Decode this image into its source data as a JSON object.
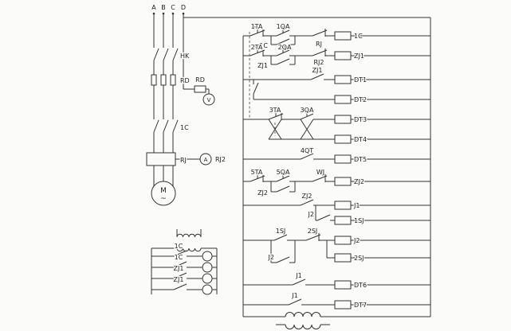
{
  "power": {
    "phases": [
      "A",
      "B",
      "C",
      "D"
    ],
    "switch": "HK",
    "fuse": "RD",
    "branch_fuse": "RD",
    "voltmeter": "V",
    "ammeter": "A",
    "contactor": "1C",
    "thermal_relay": "RJ",
    "ammeter_relay": "RJ2",
    "motor": "M",
    "motor_wave": "~"
  },
  "ladder": {
    "rung1": {
      "ta": "1TA",
      "qa": "1QA",
      "rj": "RJ",
      "hold": "1C",
      "coil": "1C"
    },
    "rung2": {
      "ta": "2TA",
      "qa": "2QA",
      "rj2": "RJ2",
      "hold": "ZJ1",
      "coil": "ZJ1"
    },
    "rung3": {
      "zj1": "ZJ1",
      "coil": "DT1"
    },
    "rung4": {
      "coil": "DT2"
    },
    "rung5": {
      "ta": "3TA",
      "qa": "3QA",
      "coil": "DT3"
    },
    "rung6": {
      "coil": "DT4"
    },
    "rung7": {
      "qt": "4QT",
      "coil": "DT5"
    },
    "rung8": {
      "ta": "5TA",
      "qa": "5QA",
      "wj": "WJ",
      "hold": "ZJ2",
      "coil": "ZJ2"
    },
    "rung9": {
      "zj2": "ZJ2",
      "j2": "J2",
      "coil": "J1",
      "branch_coil": "1SJ"
    },
    "rung10": {
      "sj1": "1SJ",
      "sj2": "2SJ",
      "hold": "J2",
      "coil": "J2",
      "branch_coil": "2SJ"
    },
    "rung11": {
      "j1": "J1",
      "coil": "DT6"
    },
    "rung12": {
      "j1": "J1",
      "coil": "DT7"
    }
  },
  "lamps": {
    "items": [
      {
        "contact": "1C"
      },
      {
        "contact": "1C"
      },
      {
        "contact": "ZJ1"
      },
      {
        "contact": "ZJ1"
      }
    ]
  }
}
